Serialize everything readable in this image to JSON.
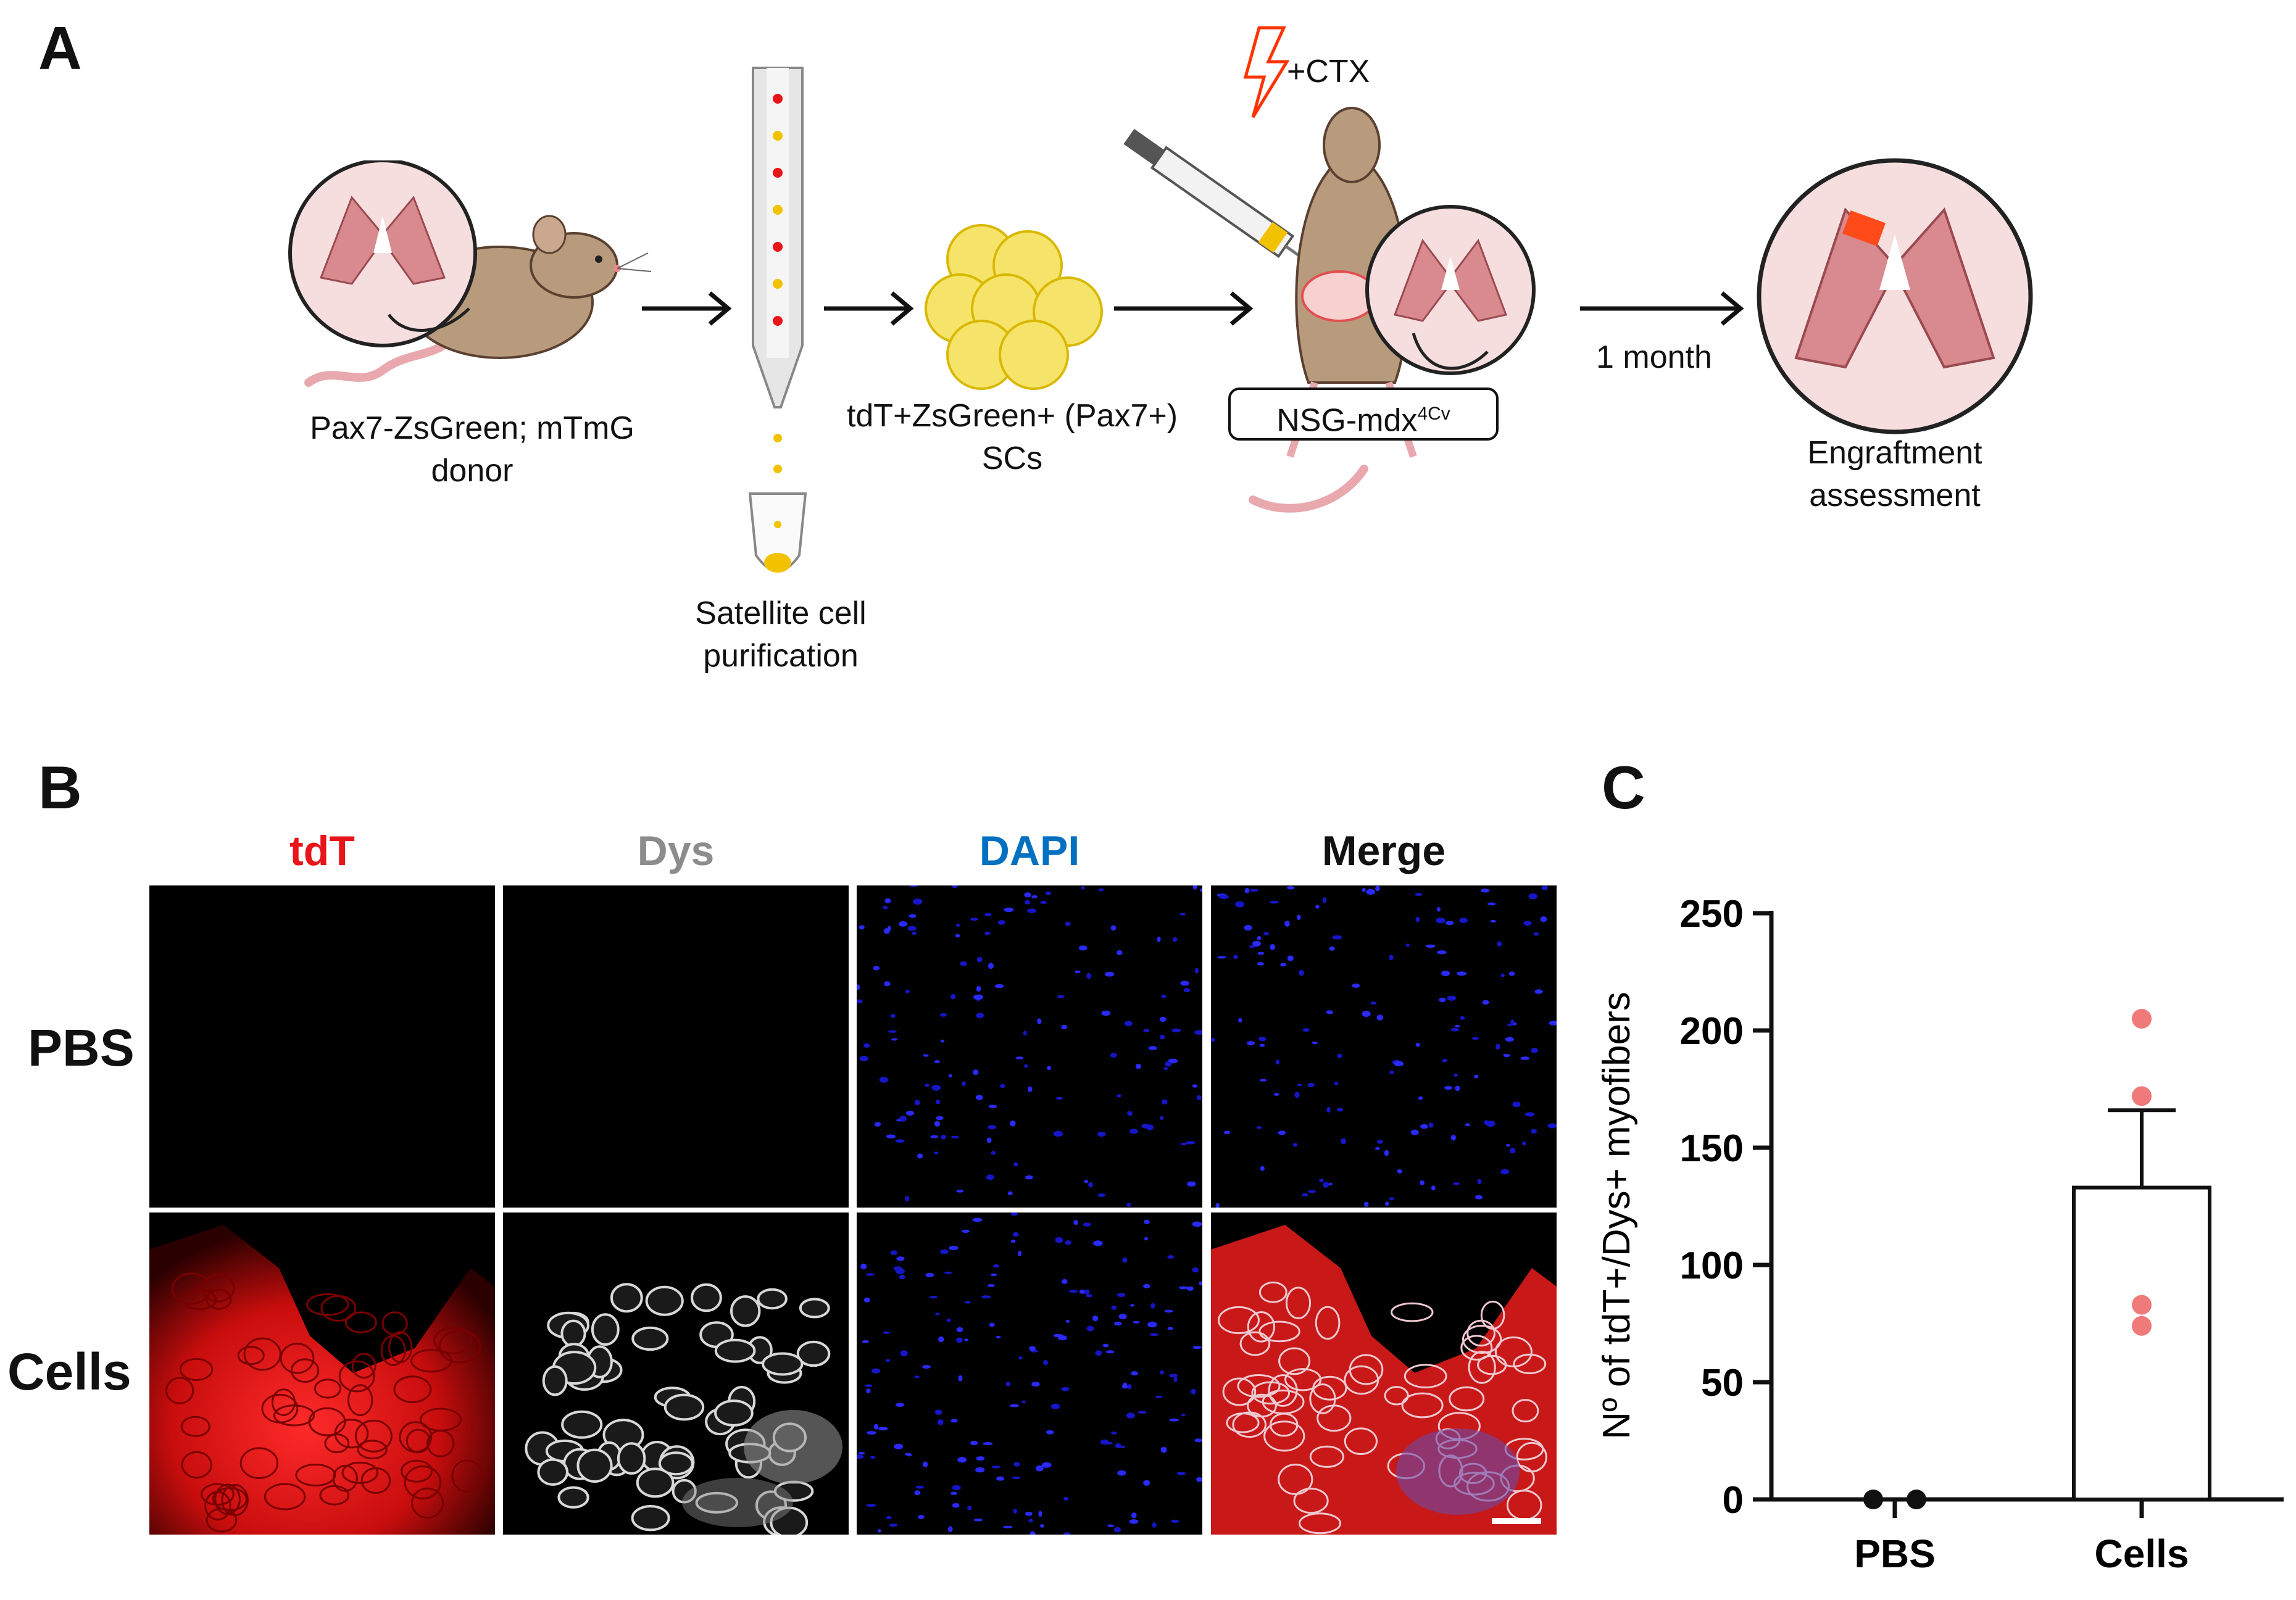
{
  "panels": {
    "a": "A",
    "b": "B",
    "c": "C"
  },
  "schematic": {
    "donor_label_line1": "Pax7-ZsGreen; mTmG",
    "donor_label_line2": "donor",
    "purification_line1": "Satellite cell",
    "purification_line2": "purification",
    "cells_line1": "tdT+ZsGreen+ (Pax7+)",
    "cells_line2": "SCs",
    "injury": "+CTX",
    "recipient_prefix": "NSG-mdx",
    "recipient_sup": "4Cv",
    "timepoint": "1 month",
    "assessment_line1": "Engraftment",
    "assessment_line2": "assessment"
  },
  "microscopy": {
    "columns": [
      {
        "label": "tdT",
        "color": "#e8141a"
      },
      {
        "label": "Dys",
        "color": "#8c8c8c"
      },
      {
        "label": "DAPI",
        "color": "#0070c0"
      },
      {
        "label": "Merge",
        "color": "#111111"
      }
    ],
    "rows": [
      "PBS",
      "Cells"
    ]
  },
  "chart_data": {
    "type": "bar",
    "categories": [
      "PBS",
      "Cells"
    ],
    "values": [
      0,
      133
    ],
    "error_upper": [
      0,
      166
    ],
    "points": [
      [
        0,
        0
      ],
      [
        205,
        172,
        83,
        74
      ]
    ],
    "point_colors": [
      "#111111",
      "#f07a7a"
    ],
    "ylabel": "Nº of tdT+/Dys+ myofibers",
    "ylim": [
      0,
      250
    ],
    "yticks": [
      "0",
      "50",
      "100",
      "150",
      "200",
      "250"
    ]
  }
}
